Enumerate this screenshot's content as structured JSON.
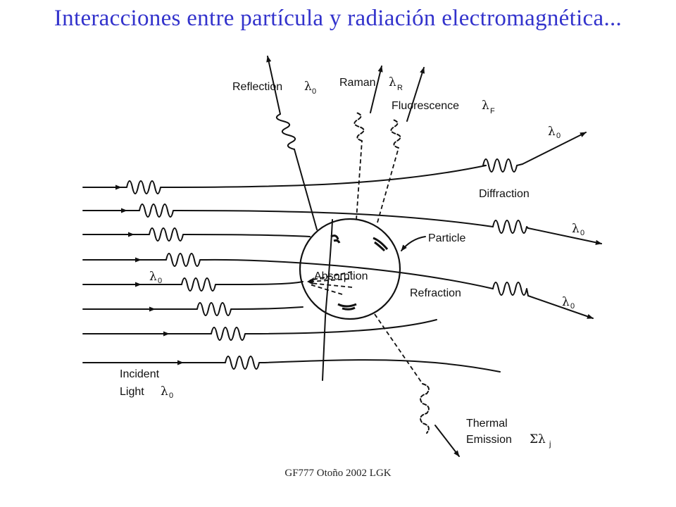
{
  "slide": {
    "title": "Interacciones entre partícula y radiación electromagnética...",
    "footer": "GF777 Otoño 2002 LGK",
    "title_color": "#3333cc",
    "line_color": "#111111"
  },
  "diagram": {
    "labels": {
      "reflection": "Reflection",
      "raman": "Raman",
      "fluorescence": "Fluorescence",
      "diffraction": "Diffraction",
      "particle": "Particle",
      "absorption": "Absorption",
      "refraction": "Refraction",
      "incident": "Incident",
      "light": "Light",
      "thermal": "Thermal",
      "emission": "Emission"
    },
    "symbols": {
      "lambda": "λ",
      "sum_lambda": "Σλ",
      "sub_0": "0",
      "sub_R": "R",
      "sub_F": "F",
      "sub_j": "j"
    }
  }
}
